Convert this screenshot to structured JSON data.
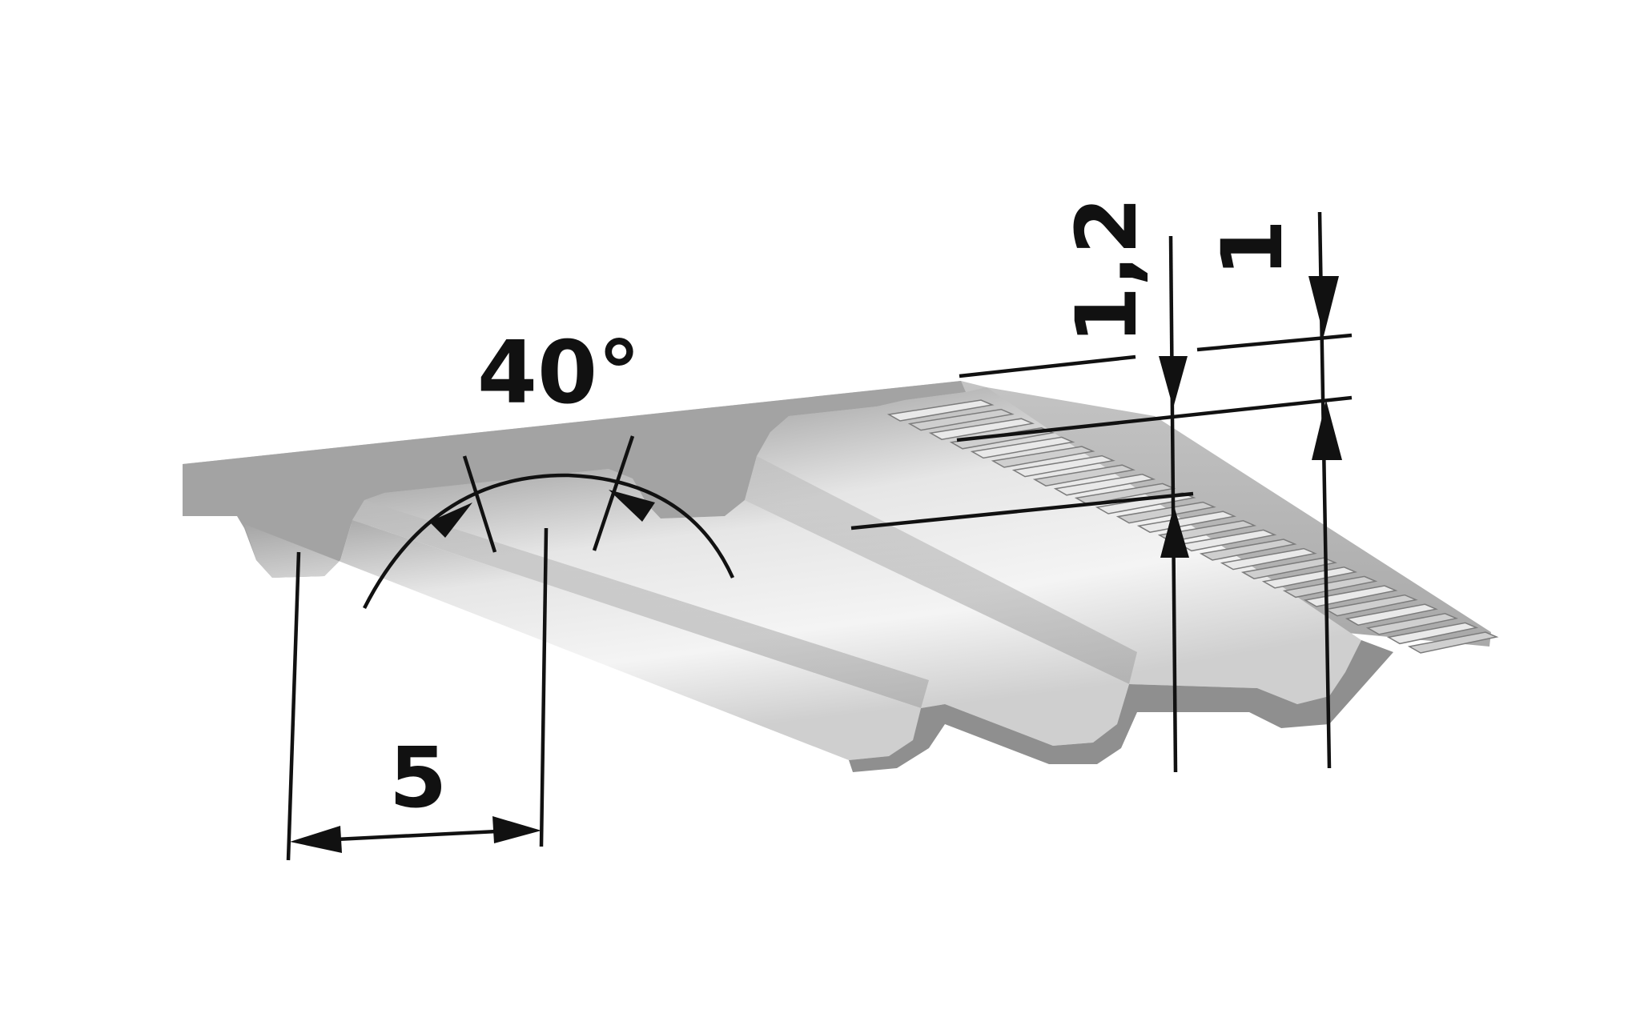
{
  "dimensions": {
    "angle_label": "40°",
    "pitch_label": "5",
    "total_height_label": "1,2",
    "tooth_height_label": "1"
  },
  "colors": {
    "belt_top": "#b2b2b2",
    "belt_side": "#9a9a9a",
    "belt_face": "#dcdcdc",
    "tooth_light": "#e8e8e8",
    "tooth_shadow": "#a8a8a8",
    "line": "#111111"
  }
}
